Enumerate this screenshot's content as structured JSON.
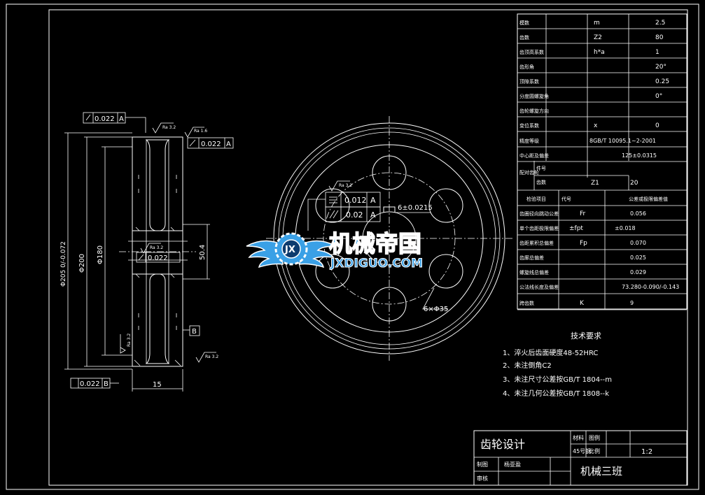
{
  "param_table": {
    "rows": [
      {
        "label": "模数",
        "sym": "m",
        "val": "2.5"
      },
      {
        "label": "齿数",
        "sym": "Z2",
        "val": "80"
      },
      {
        "label": "齿顶高系数",
        "sym": "h*a",
        "val": "1"
      },
      {
        "label": "齿形角",
        "sym": "",
        "val": "20°"
      },
      {
        "label": "顶隙系数",
        "sym": "",
        "val": "0.25"
      },
      {
        "label": "分度圆螺旋角",
        "sym": "",
        "val": "0°"
      },
      {
        "label": "齿轮螺旋方向",
        "sym": "",
        "val": ""
      },
      {
        "label": "变位系数",
        "sym": "x",
        "val": "0"
      },
      {
        "label": "精度等级",
        "sym": "",
        "val": "8GB/T 10095.1~2-2001"
      },
      {
        "label": "中心距及偏差",
        "sym": "",
        "val": "125±0.0315"
      }
    ],
    "mating_label": "配对齿轮",
    "mating_sub1": "件号",
    "mating_sub2": "齿数",
    "mating_sym": "Z1",
    "mating_val": "20",
    "inspection_label": "检验项目",
    "inspection_code": "代号",
    "inspection_value_header": "公差或极限偏差值",
    "inspection_rows": [
      {
        "label": "齿圈径向跳动公差",
        "sym": "Fr",
        "val": "0.056"
      },
      {
        "label": "单个齿距极限偏差",
        "sym": "±fpt",
        "val": "±0.018"
      },
      {
        "label": "齿距累积总偏差",
        "sym": "Fp",
        "val": "0.070"
      },
      {
        "label": "齿廓总偏差",
        "sym": "",
        "val": "0.025"
      },
      {
        "label": "螺旋线总偏差",
        "sym": "",
        "val": "0.029"
      },
      {
        "label": "公法线长度及偏差",
        "sym": "",
        "val": "73.280-0.090/-0.143"
      },
      {
        "label": "跨齿数",
        "sym": "K",
        "val": "9"
      }
    ]
  },
  "tech_req": {
    "title": "技术要求",
    "items": [
      "1、淬火后齿面硬度48-52HRC",
      "2、未注倒角C2",
      "3、未注尺寸公差按GB/T 1804--m",
      "4、未注几何公差按GB/T 1808--k"
    ]
  },
  "title_block": {
    "design_name": "齿轮设计",
    "material_label": "材料",
    "material": "45号钢",
    "drawing_no_label": "图例",
    "scale_label": "比例",
    "scale": "1:2",
    "drawn_label": "制图",
    "drawn_name": "杨亚盈",
    "review_label": "审核",
    "class_name": "机械三班"
  },
  "side_view": {
    "tol_top": "0.022",
    "datum_top": "A",
    "tol_hub": "0.022",
    "datum_hub": "A",
    "tol_bore": "0.022",
    "tol_bottom": "0.022",
    "datum_bottom": "B",
    "datum_b": "B",
    "rough_top1": "Ra 3.2",
    "rough_top2": "Ra 1.6",
    "rough_bore": "Ra 3.2",
    "rough_left": "Ra 3.2",
    "rough_bottom": "Ra 3.2",
    "dim_od": "Φ205 0/-0.072",
    "dim_200": "Φ200",
    "dim_180": "Φ180",
    "dim_bore": "50.4",
    "dim_width": "15"
  },
  "front_view": {
    "flatness_tol": "0.012",
    "flatness_datum": "A",
    "parallel_tol": "0.02",
    "parallel_datum": "A",
    "rough": "Ra 3.2",
    "keyway": "6±0.0215",
    "holes": "6×Φ35"
  },
  "watermark": {
    "cn": "机械帝国",
    "en": "JXDIGUO.COM",
    "colors": {
      "blue": "#3aa0e6",
      "outline": "#ffffff",
      "dark": "#0e3b6e"
    }
  }
}
